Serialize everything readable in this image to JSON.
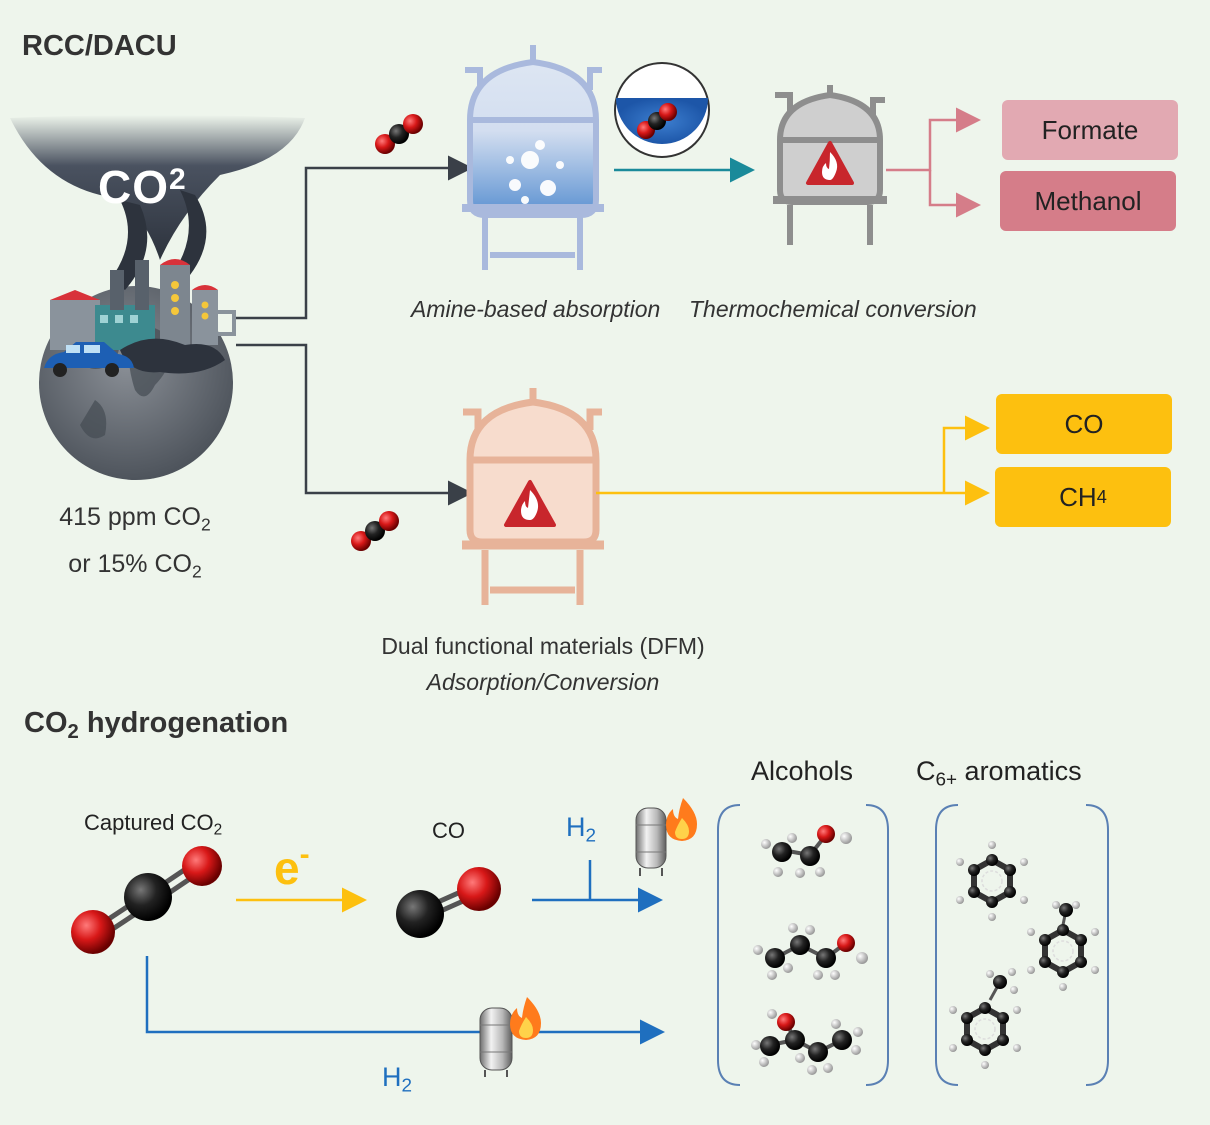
{
  "sections": {
    "rcc_title": "RCC/DACU",
    "hydrogenation_title": "CO",
    "hydrogenation_title_sub": "2",
    "hydrogenation_title_rest": " hydrogenation"
  },
  "globe": {
    "smoke_text": "CO",
    "smoke_sub": "2",
    "caption_line1": "415 ppm CO",
    "caption_line1_sub": "2",
    "caption_line2": "or 15% CO",
    "caption_line2_sub": "2"
  },
  "amine_route": {
    "absorption_label": "Amine-based absorption",
    "conversion_label": "Thermochemical conversion",
    "products": [
      "Formate",
      "Methanol"
    ]
  },
  "dfm_route": {
    "label_line1": "Dual functional materials (DFM)",
    "label_line2": "Adsorption/Conversion",
    "products": [
      "CO",
      "CH",
      "4"
    ]
  },
  "hydrogenation": {
    "captured_label": "Captured CO",
    "captured_sub": "2",
    "electron_label": "e",
    "electron_sup": "-",
    "co_label": "CO",
    "h2_top": "H",
    "h2_top_sub": "2",
    "h2_bottom": "H",
    "h2_bottom_sub": "2",
    "alcohols_title": "Alcohols",
    "aromatics_title": "C",
    "aromatics_sub": "6+",
    "aromatics_rest": " aromatics"
  },
  "colors": {
    "background": "#eef5ec",
    "amine_arrow": "#1a8a9a",
    "methanol_path": "#d57d89",
    "yellow": "#fdc00f",
    "blue": "#1f6fbf",
    "dark_line": "#3a4048"
  }
}
